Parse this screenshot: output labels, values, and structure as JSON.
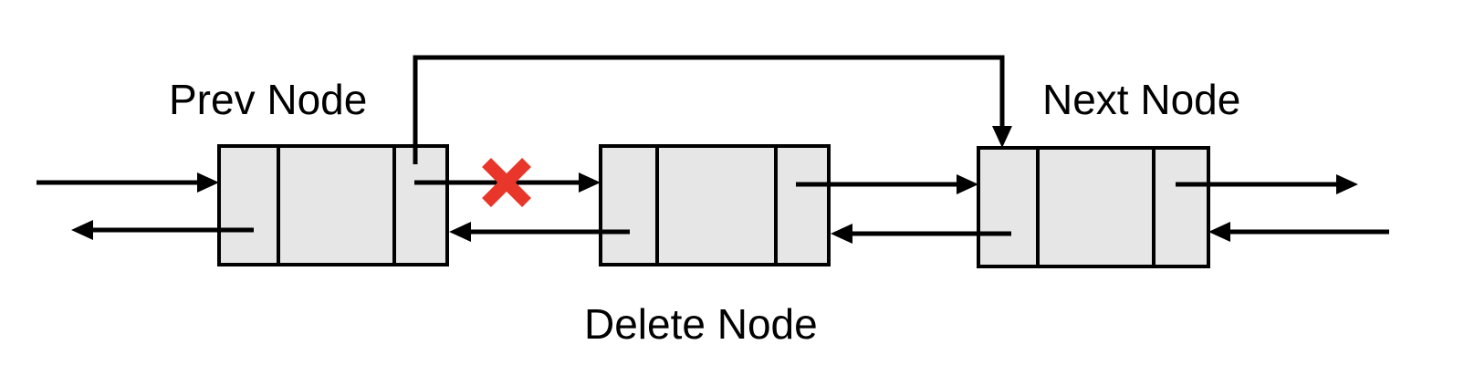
{
  "labels": {
    "prev": "Prev Node",
    "next": "Next Node",
    "delete": "Delete Node"
  },
  "colors": {
    "node_fill": "#e6e6e6",
    "stroke": "#000000",
    "cross": "#e8362a"
  }
}
